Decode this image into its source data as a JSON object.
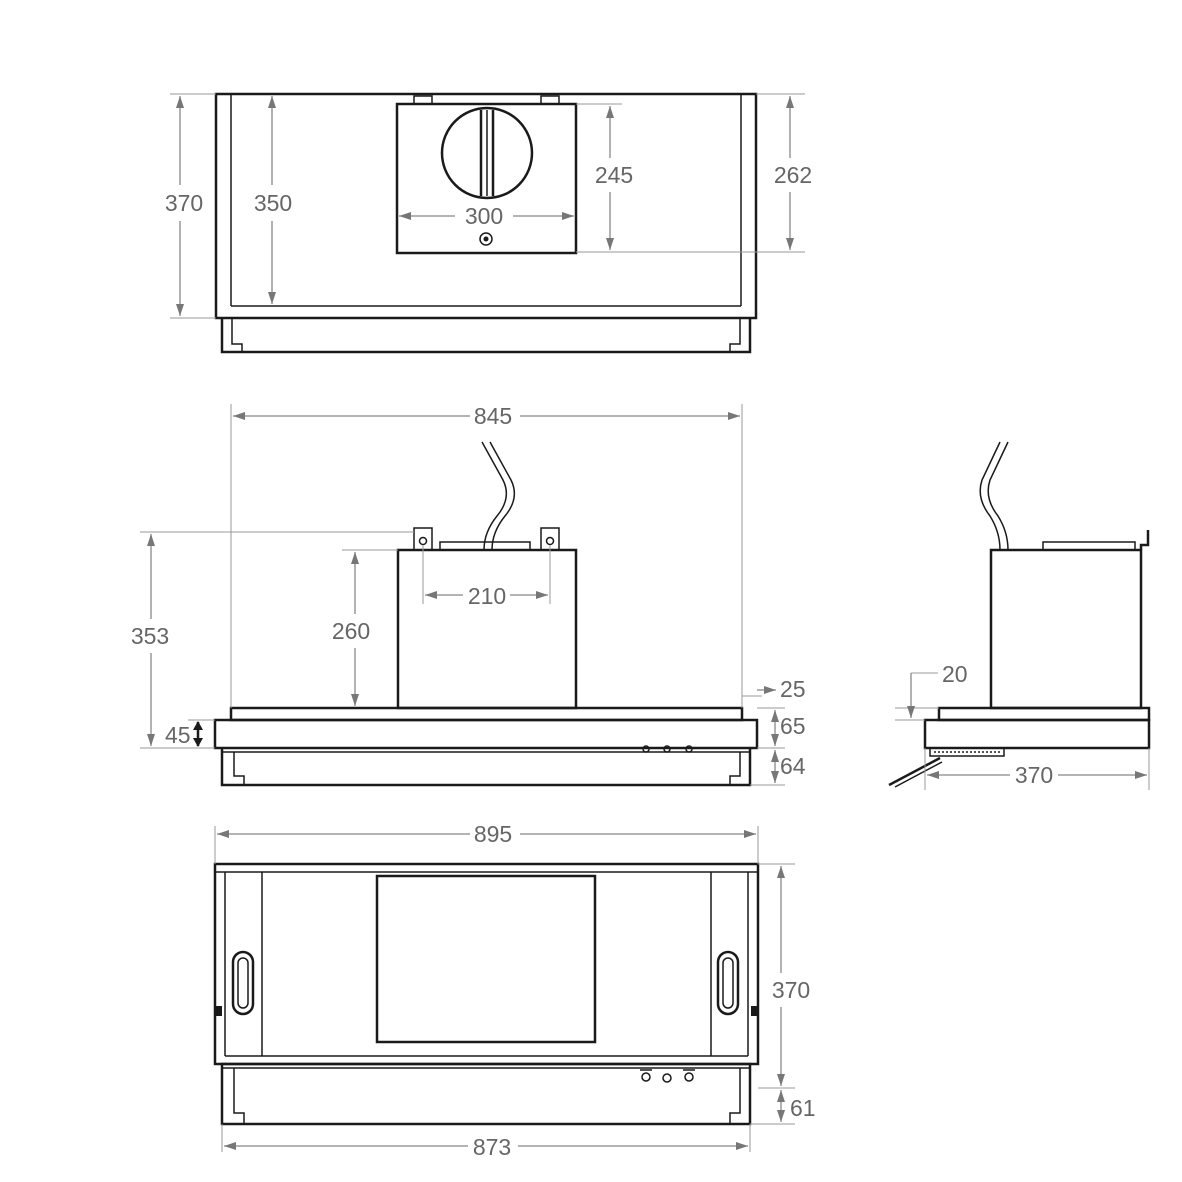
{
  "dimensions": {
    "top_view": {
      "overall_height": "370",
      "inner_height": "350",
      "motor_box_height": "245",
      "right_height": "262",
      "outlet_diameter": "300"
    },
    "front_view": {
      "overall_width": "845",
      "overall_height": "353",
      "motor_height": "260",
      "bracket_spacing": "210",
      "offset_25": "25",
      "frame_65": "65",
      "drawer_64": "64",
      "rail_45": "45"
    },
    "side_view": {
      "offset_20": "20",
      "depth": "370"
    },
    "bottom_view": {
      "overall_width": "895",
      "depth": "370",
      "drawer_61": "61",
      "drawer_width": "873"
    }
  },
  "colors": {
    "line": "#1a1a1a",
    "dimension_line": "#888888",
    "dimension_text": "#666666",
    "background": "#ffffff"
  }
}
